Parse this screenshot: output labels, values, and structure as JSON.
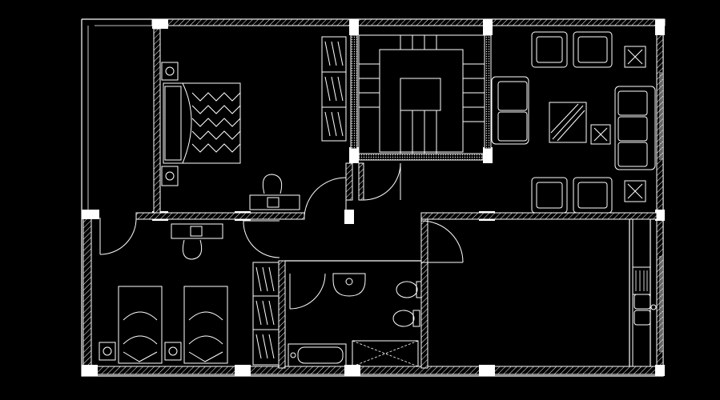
{
  "drawing": {
    "kind": "architectural floor plan (CAD, white on black)",
    "rooms": [
      {
        "id": "master-bedroom",
        "fixtures": [
          "double-bed",
          "nightstand",
          "nightstand",
          "wardrobe",
          "desk",
          "chair"
        ]
      },
      {
        "id": "stairwell",
        "fixtures": [
          "staircase"
        ]
      },
      {
        "id": "living-room",
        "fixtures": [
          "armchair",
          "armchair",
          "armchair",
          "armchair",
          "sofa",
          "sofa",
          "coffee-table",
          "side-table",
          "side-table",
          "side-table"
        ]
      },
      {
        "id": "hallway",
        "fixtures": []
      },
      {
        "id": "second-bedroom",
        "fixtures": [
          "single-bed",
          "single-bed",
          "nightstand",
          "nightstand",
          "desk",
          "chair",
          "wardrobe"
        ]
      },
      {
        "id": "bathroom",
        "fixtures": [
          "washbasin",
          "toilet",
          "bidet",
          "bathtub",
          "shower"
        ]
      },
      {
        "id": "kitchen",
        "fixtures": [
          "sink",
          "counter"
        ]
      },
      {
        "id": "balcony",
        "fixtures": []
      }
    ],
    "colors": {
      "background": "#000000",
      "lines": "#ffffff"
    }
  }
}
